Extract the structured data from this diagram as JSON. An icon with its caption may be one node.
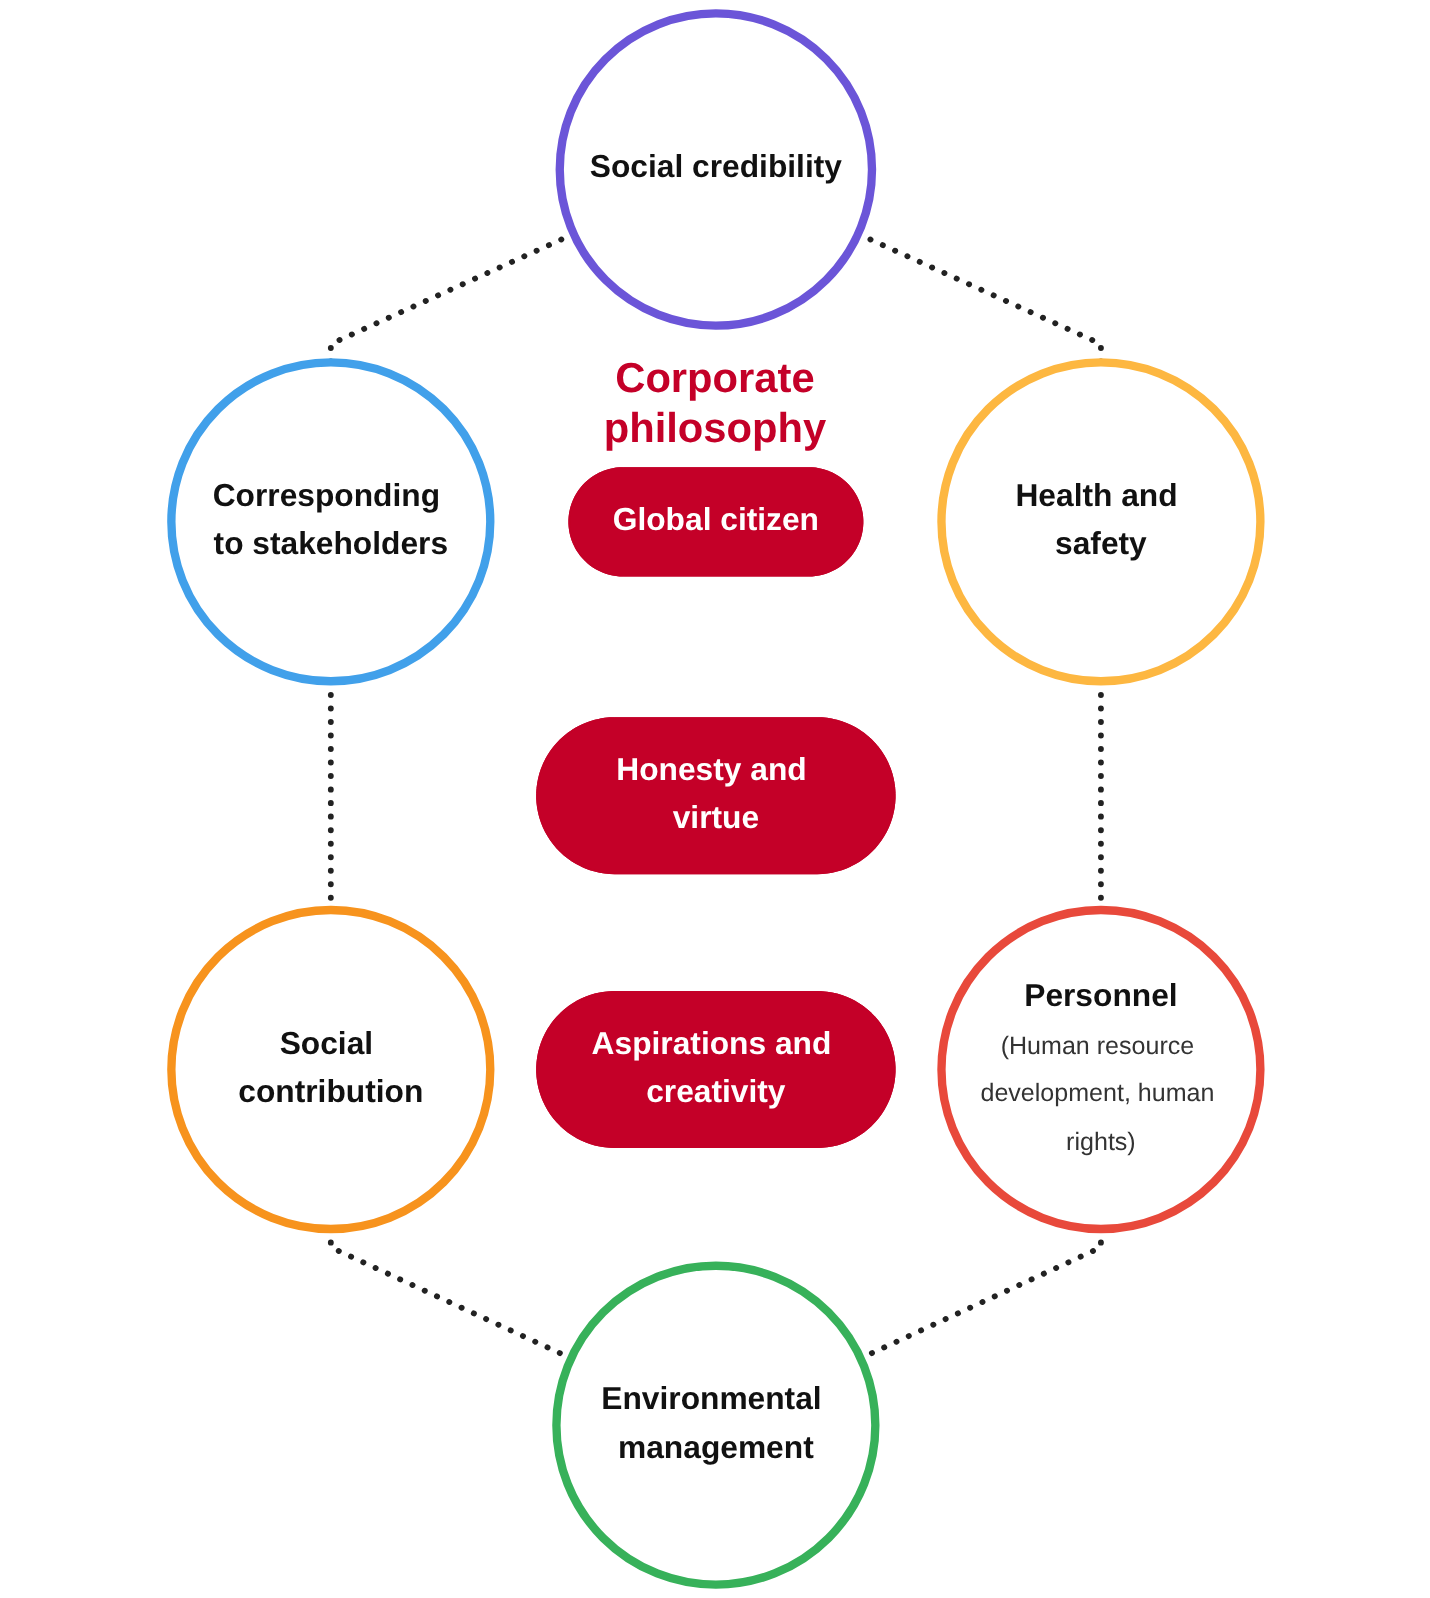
{
  "diagram": {
    "nodes": [
      {
        "text": [
          "Social credibility"
        ]
      },
      {
        "text": [
          "Corresponding to stakeholders"
        ]
      },
      {
        "text": [
          "Health and safety"
        ]
      },
      {
        "text": [
          "Global citizen"
        ]
      },
      {
        "text": [
          "Honesty and virtue"
        ]
      },
      {
        "text": [
          "Aspirations and creativity"
        ]
      },
      {
        "text": [
          "Social contribution"
        ]
      },
      {
        "text": [
          "Personnel",
          "(Human resource development, human rights)"
        ]
      },
      {
        "text": [
          "Environmental management"
        ]
      }
    ],
    "edges": [
      {
        "from": 0,
        "to": 1,
        "arrow": "none",
        "style": "dashed"
      },
      {
        "from": 0,
        "to": 2,
        "arrow": "none",
        "style": "dashed"
      },
      {
        "from": 1,
        "to": 6,
        "arrow": "none",
        "style": "dashed"
      },
      {
        "from": 2,
        "to": 7,
        "arrow": "none",
        "style": "dashed"
      },
      {
        "from": 6,
        "to": 8,
        "arrow": "none",
        "style": "dashed"
      },
      {
        "from": 7,
        "to": 8,
        "arrow": "none",
        "style": "dashed"
      }
    ],
    "labels": [
      "Corporate philosophy"
    ]
  }
}
